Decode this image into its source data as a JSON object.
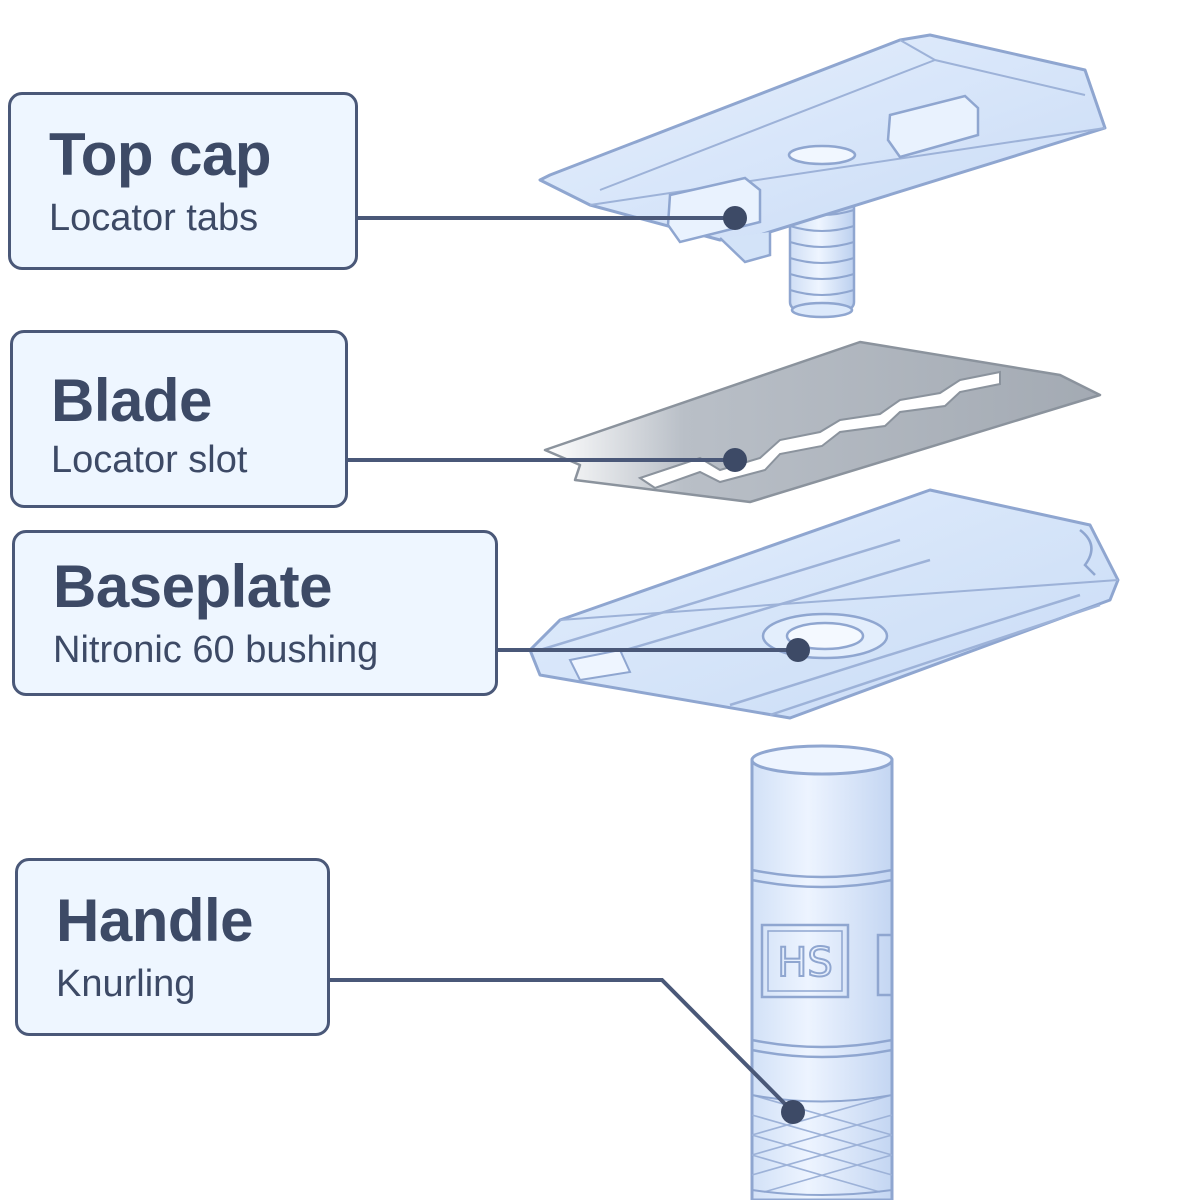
{
  "parts": [
    {
      "id": "top-cap",
      "title": "Top cap",
      "feature": "Locator tabs"
    },
    {
      "id": "blade",
      "title": "Blade",
      "feature": "Locator slot"
    },
    {
      "id": "baseplate",
      "title": "Baseplate",
      "feature": "Nitronic 60 bushing"
    },
    {
      "id": "handle",
      "title": "Handle",
      "feature": "Knurling"
    }
  ],
  "handle_mark": "HS",
  "colors": {
    "box_fill": "#eef6ff",
    "box_border": "#4a5878",
    "text": "#3d4a66",
    "leader": "#4a5878",
    "metal_fill": "#dce9fb",
    "metal_stroke": "#8fa6d0",
    "blade_fill": "#a6adb6"
  }
}
